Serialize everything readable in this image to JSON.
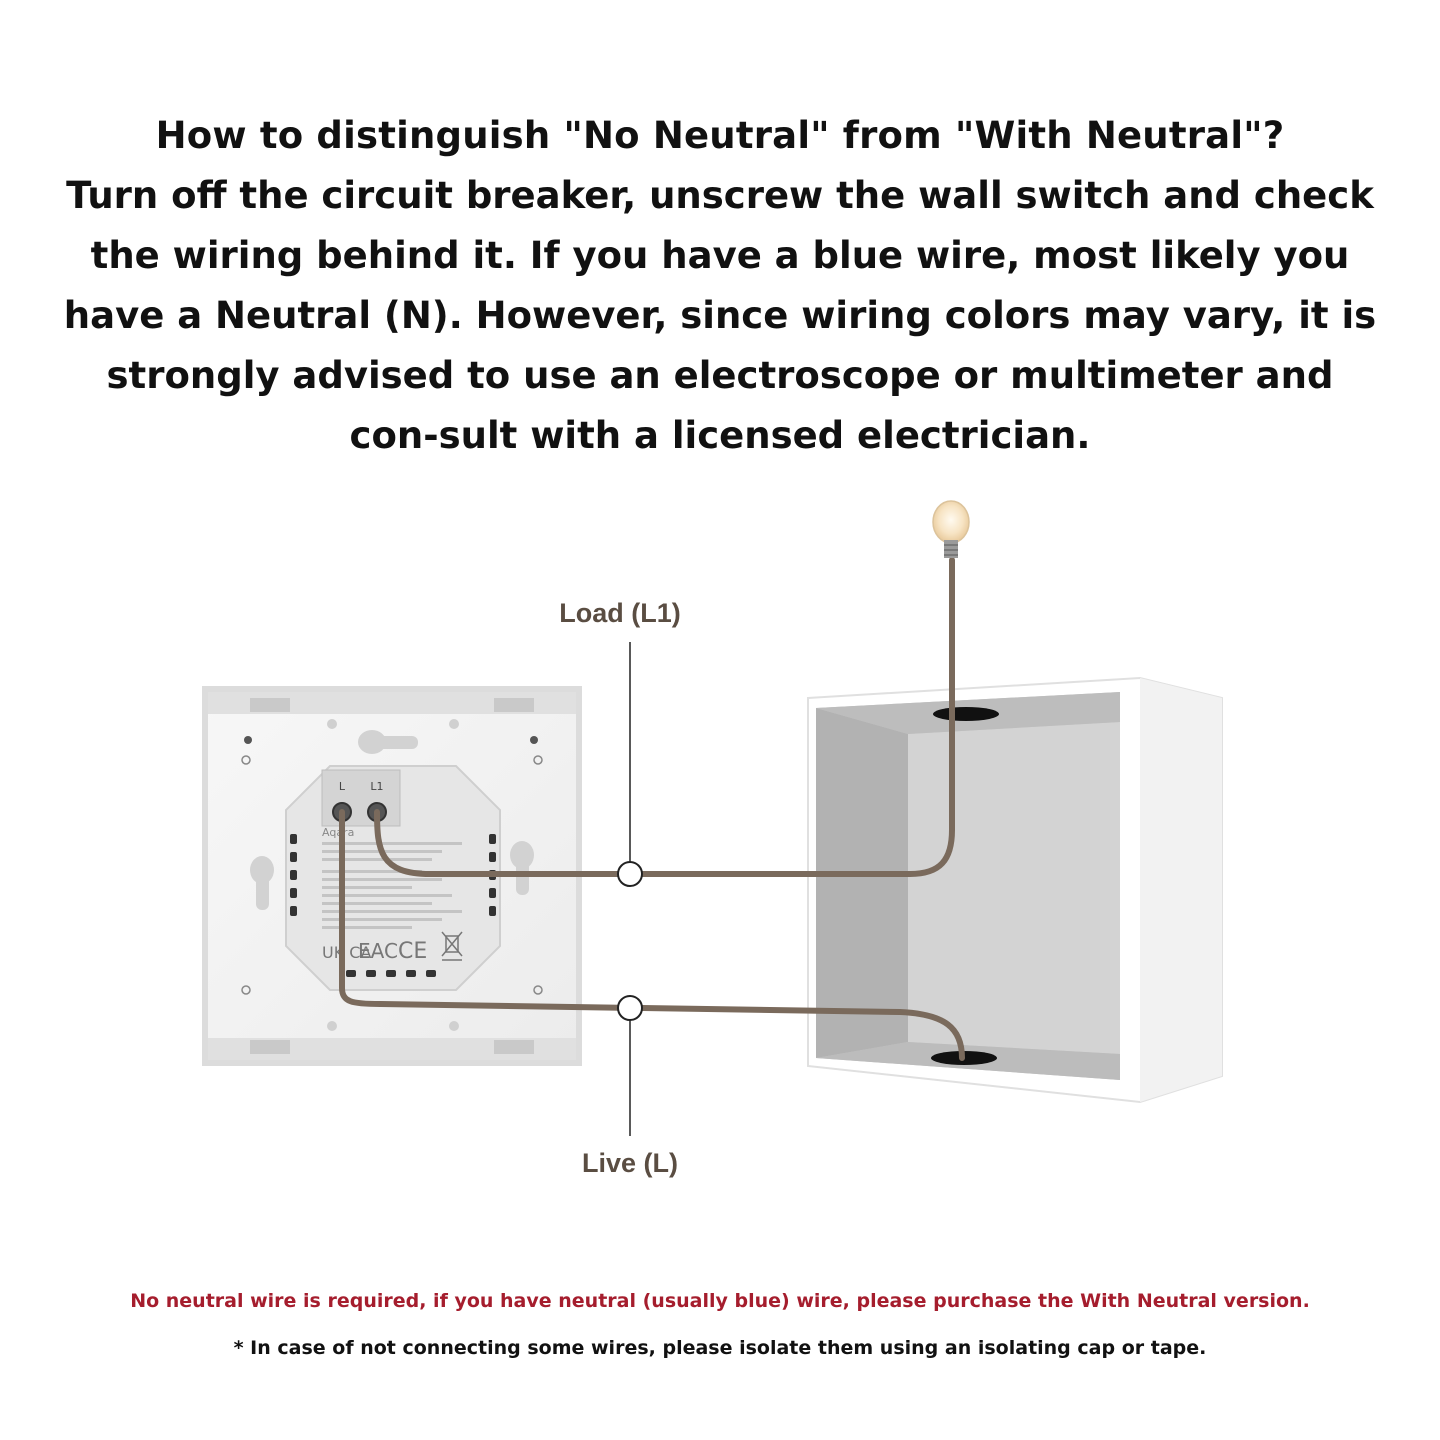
{
  "heading": {
    "question": "How to distinguish \"No Neutral\" from \"With Neutral\"?",
    "body": "Turn off the circuit breaker, unscrew the wall switch and check the wiring behind it. If you have a blue wire, most likely you have a Neutral (N). However, since wiring colors may vary, it is strongly advised  to use an electroscope or multimeter and con-sult with a licensed electrician."
  },
  "diagram": {
    "label_load": "Load (L1)",
    "label_live": "Live (L)",
    "terminal_l": "L",
    "terminal_l1": "L1",
    "brand": "Aqara",
    "wire_color": "#7a6a5c",
    "marks": {
      "ukca": "UK CA",
      "eac": "EAC",
      "ce": "CE"
    }
  },
  "notes": {
    "warning": "No neutral wire is required, if you have neutral (usually blue) wire, please purchase the With Neutral version.",
    "footnote": "* In case of not connecting some wires, please isolate them using an isolating cap or tape."
  }
}
